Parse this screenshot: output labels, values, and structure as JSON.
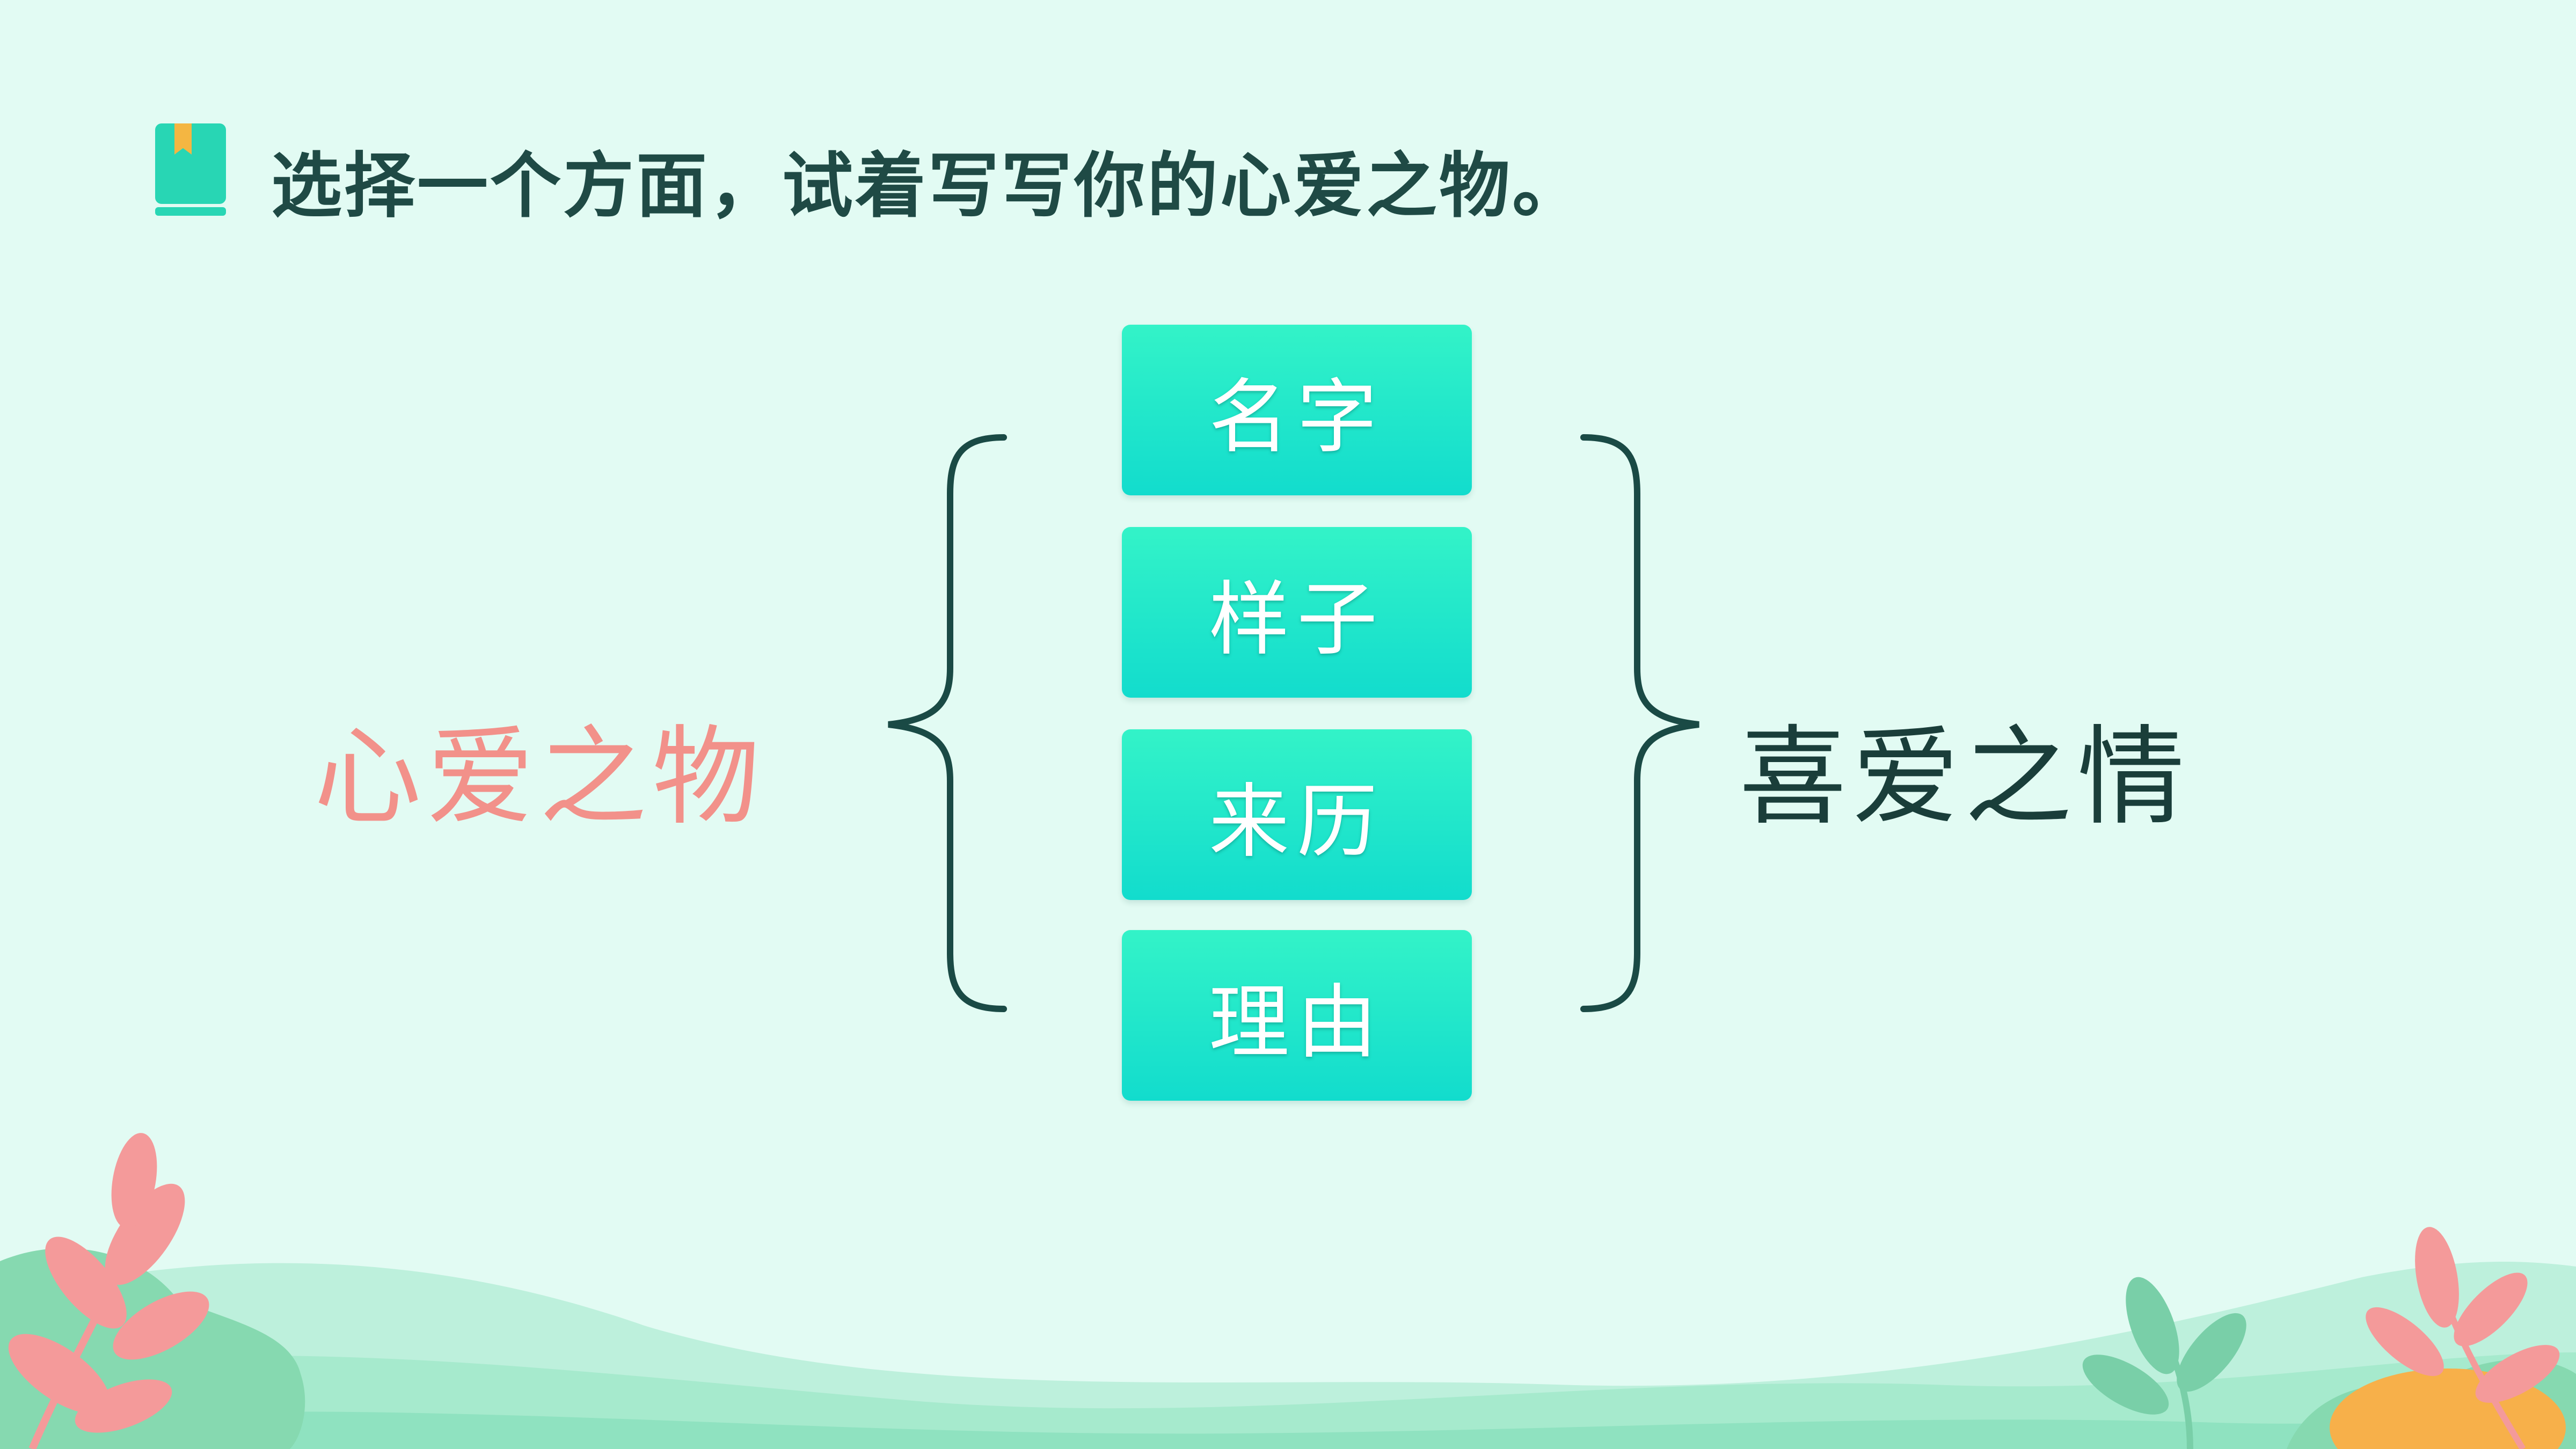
{
  "header": {
    "title": "选择一个方面，试着写写你的心爱之物。",
    "icon": "book-icon"
  },
  "diagram": {
    "left_label": "心爱之物",
    "right_label": "喜爱之情",
    "items": [
      {
        "label": "名字"
      },
      {
        "label": "样子"
      },
      {
        "label": "来历"
      },
      {
        "label": "理由"
      }
    ]
  },
  "colors": {
    "background": "#e2fbf3",
    "box_gradient_top": "#33f3c8",
    "box_gradient_bottom": "#12dccd",
    "left_label": "#f2918a",
    "right_label": "#1a3e3a",
    "title": "#1f4a45"
  }
}
